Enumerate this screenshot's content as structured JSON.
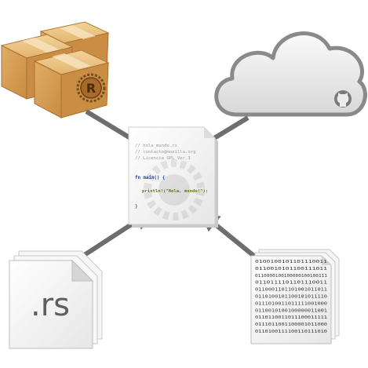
{
  "center_doc": {
    "comment_lines": [
      "// hola_mundo.rs",
      "// contacto@mozilla.org",
      "// Licencia GPL Ver.3"
    ],
    "code_lines": [
      "fn main() {",
      "println!(\"Hola, mundo!\");",
      "}"
    ],
    "colors": {
      "keyword": "#1f3fa8",
      "string": "#7a9a1f",
      "comment": "#9a9a9a",
      "brace": "#1f8a3a"
    }
  },
  "source_files": {
    "label": ".rs"
  },
  "binary_files": {
    "lines": [
      "0100100101101110011",
      "0110010101100111011",
      "0110000100100000100100111",
      "0110111101101110011",
      "0110001101101001011011",
      "0110100101100101011110",
      "0111010011011111001000",
      "0110010100100000011001",
      "0110110011011100011111",
      "0111011001100001011000",
      "0110100111100110111010"
    ]
  },
  "icons": [
    "crates-boxes-icon",
    "rust-logo-icon",
    "cloud-icon",
    "github-icon",
    "rust-gear-icon"
  ],
  "colors": {
    "arrow": "#6e6e6e",
    "box": "#d9a860",
    "box_dark": "#b07c36",
    "cloud": "#ececec",
    "cloud_stroke": "#8a8a8a",
    "paper": "#f4f4f4"
  }
}
